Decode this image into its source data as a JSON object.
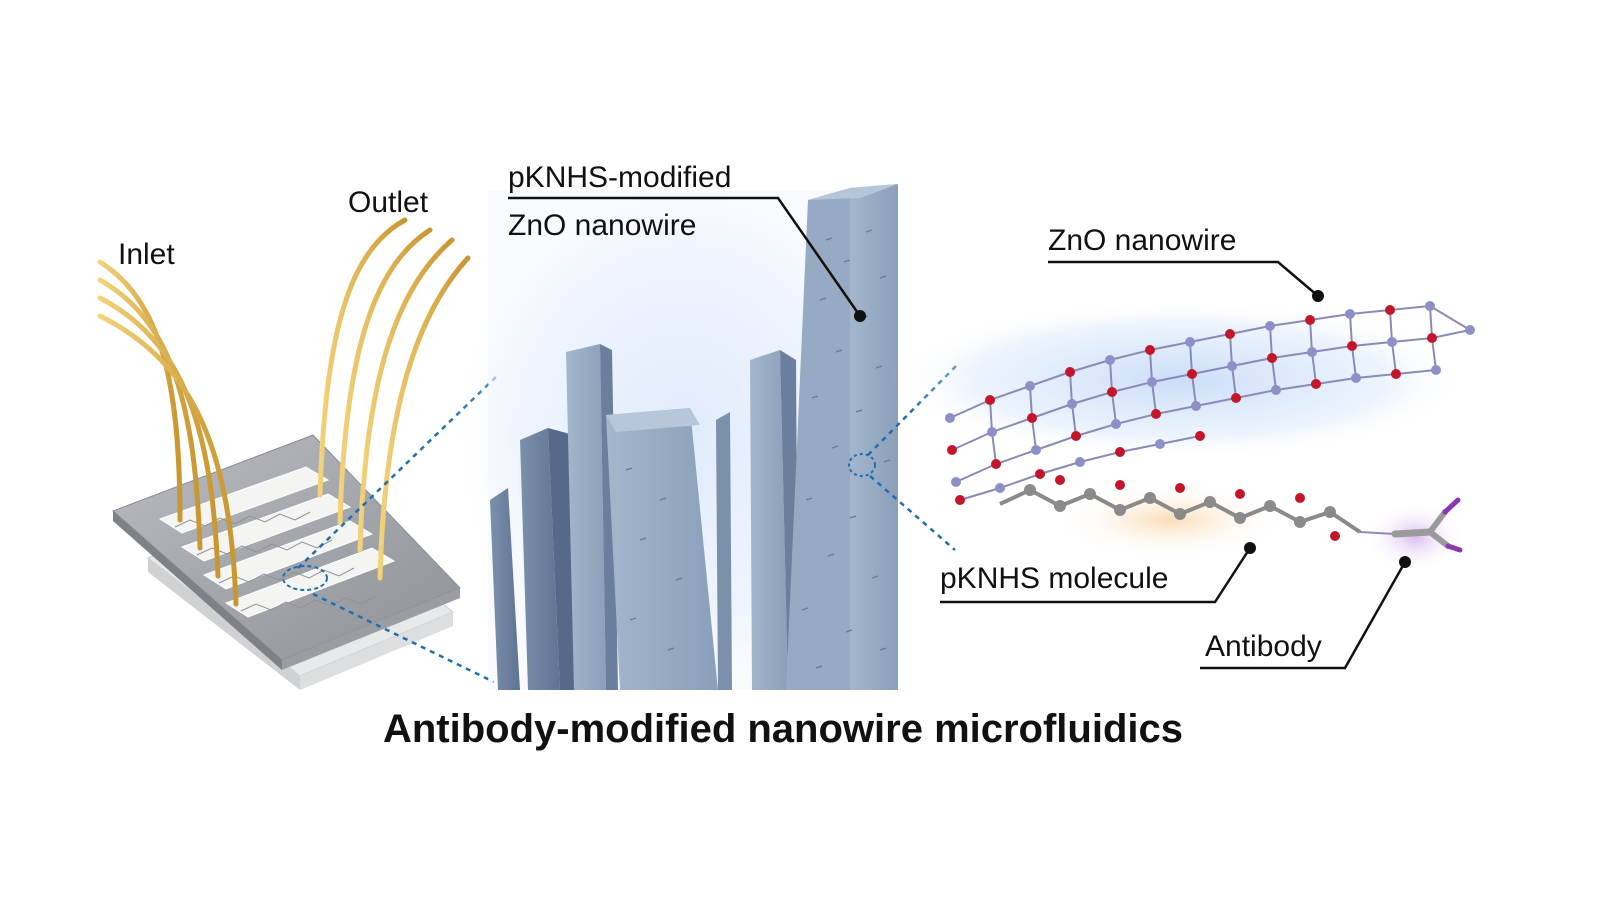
{
  "labels": {
    "inlet": "Inlet",
    "outlet": "Outlet",
    "pknhs_modified_line1": "pKNHS-modified",
    "pknhs_modified_line2": "ZnO nanowire",
    "zno_nanowire": "ZnO nanowire",
    "pknhs_molecule": "pKNHS molecule",
    "antibody": "Antibody"
  },
  "caption": "Antibody-modified nanowire microfluidics",
  "colors": {
    "tubing": "#e0b44c",
    "nanowire": "#8ea3bd",
    "nanowire_dark": "#6f84a0",
    "oxygen": "#c4162a",
    "zinc": "#8f8fc7",
    "carbon": "#8a8a8a",
    "antibody": "#8a3ab0",
    "dotted_line": "#1f6fb0"
  }
}
